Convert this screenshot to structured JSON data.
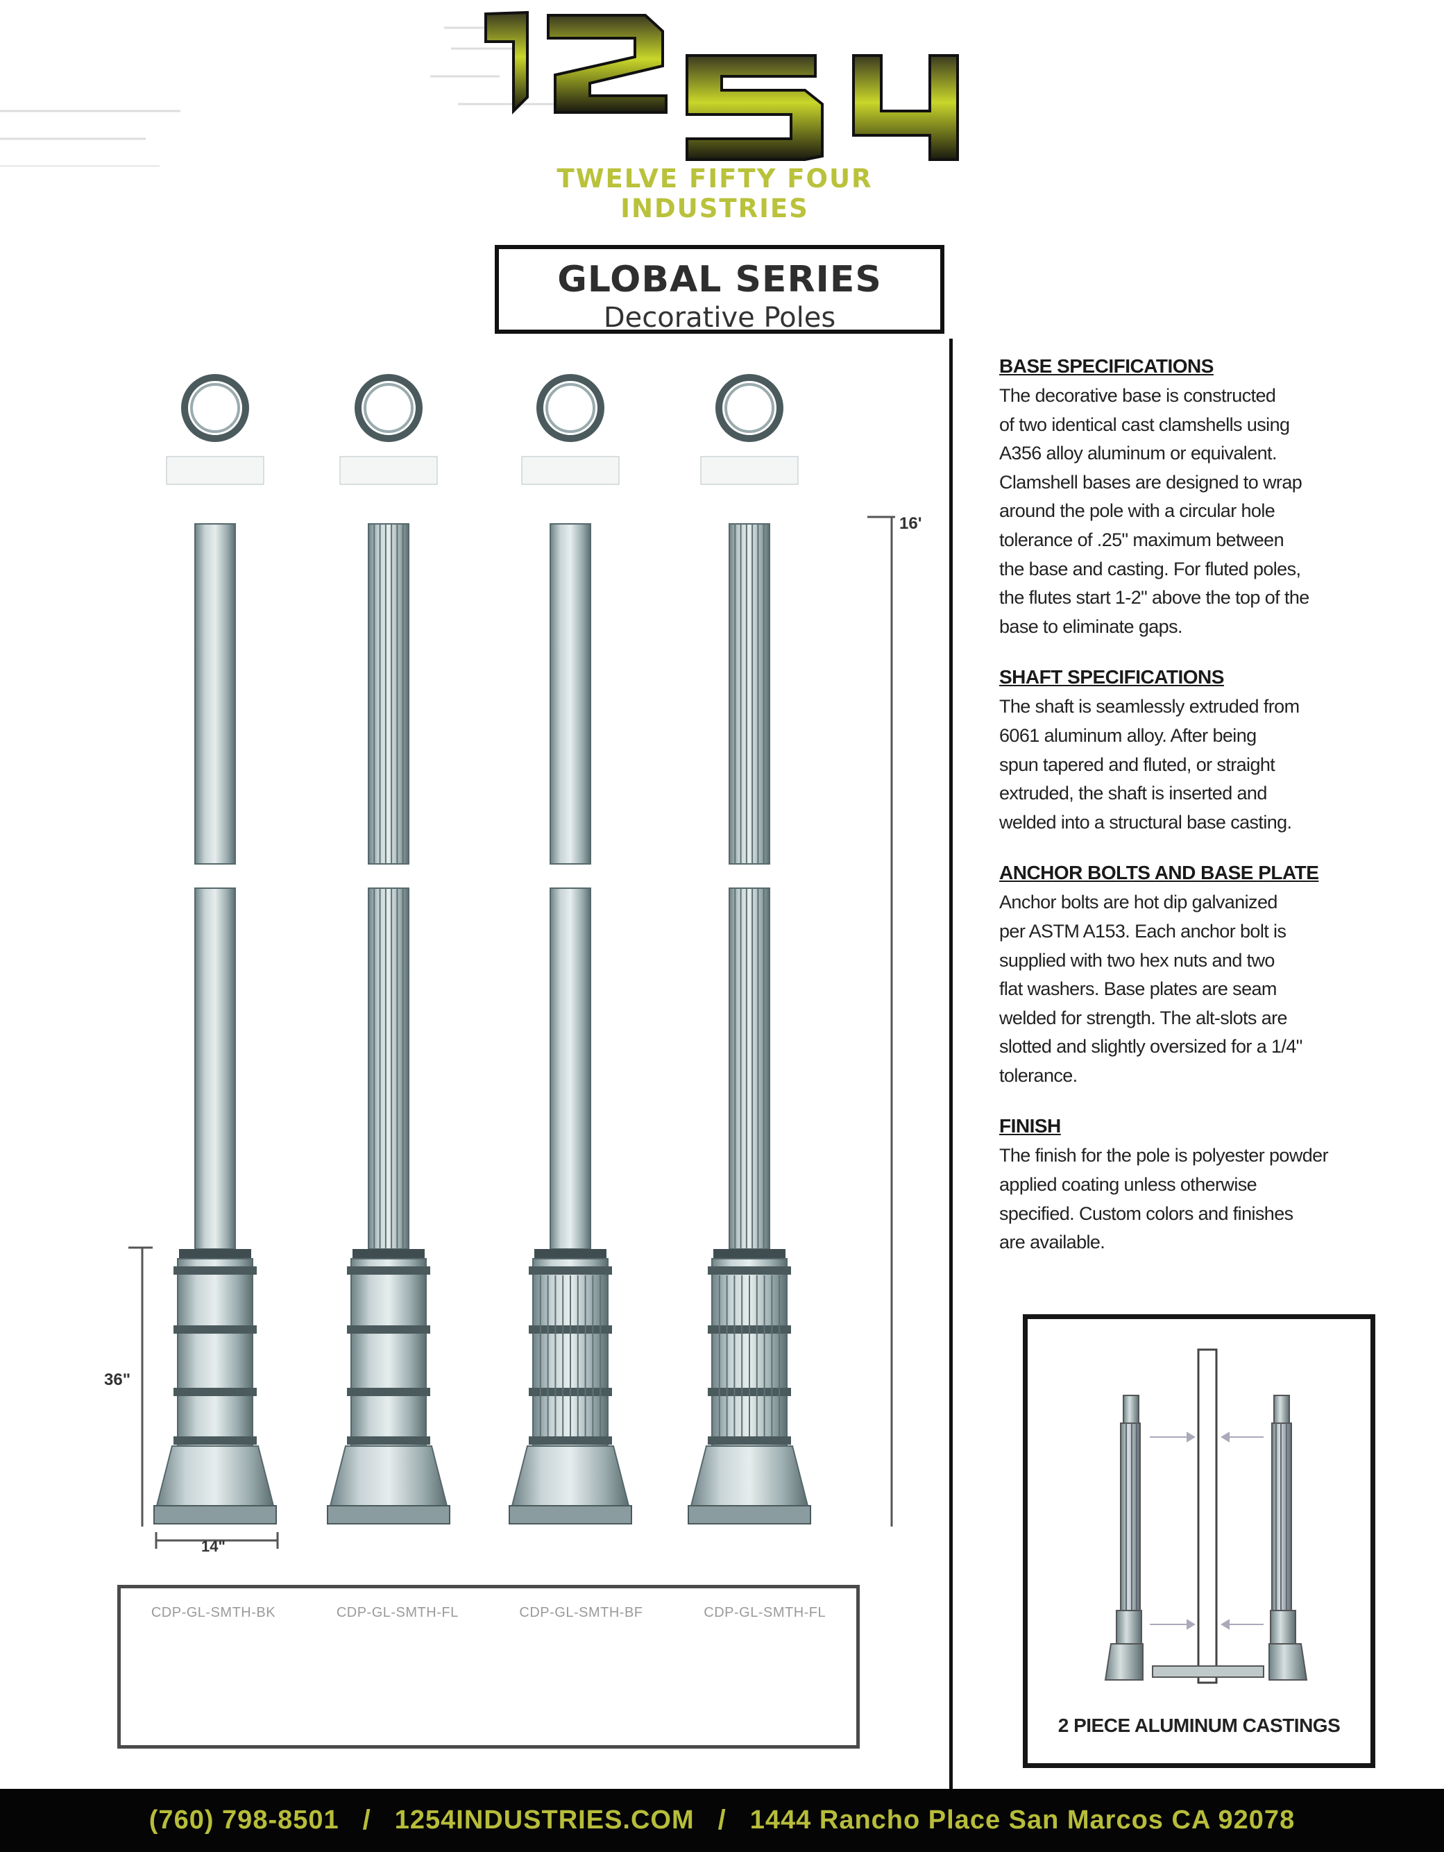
{
  "brand": {
    "logo_number": "1254",
    "subtitle": "TWELVE FIFTY FOUR INDUSTRIES",
    "colors": {
      "accent": "#c9d62a",
      "dark": "#111111",
      "footer_text": "#b7bd3a"
    }
  },
  "title": {
    "main": "GLOBAL SERIES",
    "sub": "Decorative Poles"
  },
  "drawing": {
    "height_label": "16'",
    "base_height_label": "36\"",
    "base_width_label": "14\"",
    "poles": [
      {
        "shaft": "smooth",
        "base": "smooth"
      },
      {
        "shaft": "fluted",
        "base": "smooth"
      },
      {
        "shaft": "smooth",
        "base": "fluted"
      },
      {
        "shaft": "fluted",
        "base": "fluted"
      }
    ]
  },
  "models": [
    "CDP-GL-SMTH-BK",
    "CDP-GL-SMTH-FL",
    "CDP-GL-SMTH-BF",
    "CDP-GL-SMTH-FL"
  ],
  "specs": [
    {
      "heading": "BASE SPECIFICATIONS",
      "lines": [
        "The decorative base is constructed",
        "of two identical cast clamshells using",
        "A356 alloy aluminum or equivalent.",
        "Clamshell bases are designed to wrap",
        "around the pole with a circular hole",
        "tolerance of .25\" maximum between",
        "the base and casting. For fluted poles,",
        "the flutes start 1-2\" above the top of the",
        "base to eliminate gaps."
      ]
    },
    {
      "heading": "SHAFT SPECIFICATIONS",
      "lines": [
        "The shaft is seamlessly extruded from",
        "6061 aluminum alloy. After being",
        "spun tapered and fluted, or straight",
        "extruded, the shaft is inserted and",
        "welded into a structural base casting."
      ]
    },
    {
      "heading": "ANCHOR BOLTS AND BASE PLATE",
      "lines": [
        "Anchor bolts are hot dip galvanized",
        "per ASTM A153. Each anchor bolt is",
        "supplied with two hex nuts and two",
        "flat washers. Base plates are seam",
        "welded for strength. The alt-slots are",
        "slotted and slightly oversized for a 1/4\"",
        "tolerance."
      ]
    },
    {
      "heading": "FINISH",
      "lines": [
        "The finish for the pole is polyester powder",
        "applied coating unless otherwise",
        "specified. Custom colors and finishes",
        "are available."
      ]
    }
  ],
  "inset": {
    "caption": "2 PIECE ALUMINUM CASTINGS"
  },
  "footer": {
    "phone": "(760) 798-8501",
    "website": "1254INDUSTRIES.COM",
    "address": "1444 Rancho Place San Marcos CA 92078",
    "separator": "/"
  }
}
